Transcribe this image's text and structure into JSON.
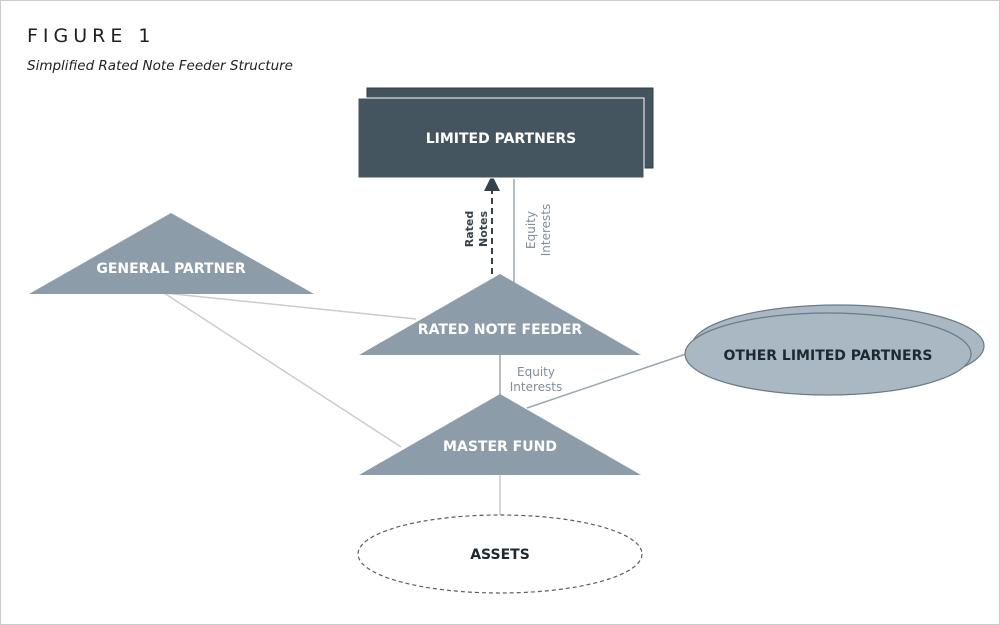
{
  "figure": {
    "title": "FIGURE 1",
    "subtitle": "Simplified Rated Note Feeder Structure"
  },
  "nodes": {
    "limited_partners": "LIMITED PARTNERS",
    "general_partner": "GENERAL PARTNER",
    "rated_note_feeder": "RATED NOTE FEEDER",
    "other_limited_partners": "OTHER LIMITED PARTNERS",
    "master_fund": "MASTER FUND",
    "assets": "ASSETS"
  },
  "edge_labels": {
    "rated_notes_line1": "Rated",
    "rated_notes_line2": "Notes",
    "equity_top_line1": "Equity",
    "equity_top_line2": "Interests",
    "equity_mid_line1": "Equity",
    "equity_mid_line2": "Interests"
  },
  "colors": {
    "dark_box": "#455560",
    "triangle": "#8c9da9",
    "ellipse": "#a9b8c2",
    "line": "#c8ccd0"
  }
}
